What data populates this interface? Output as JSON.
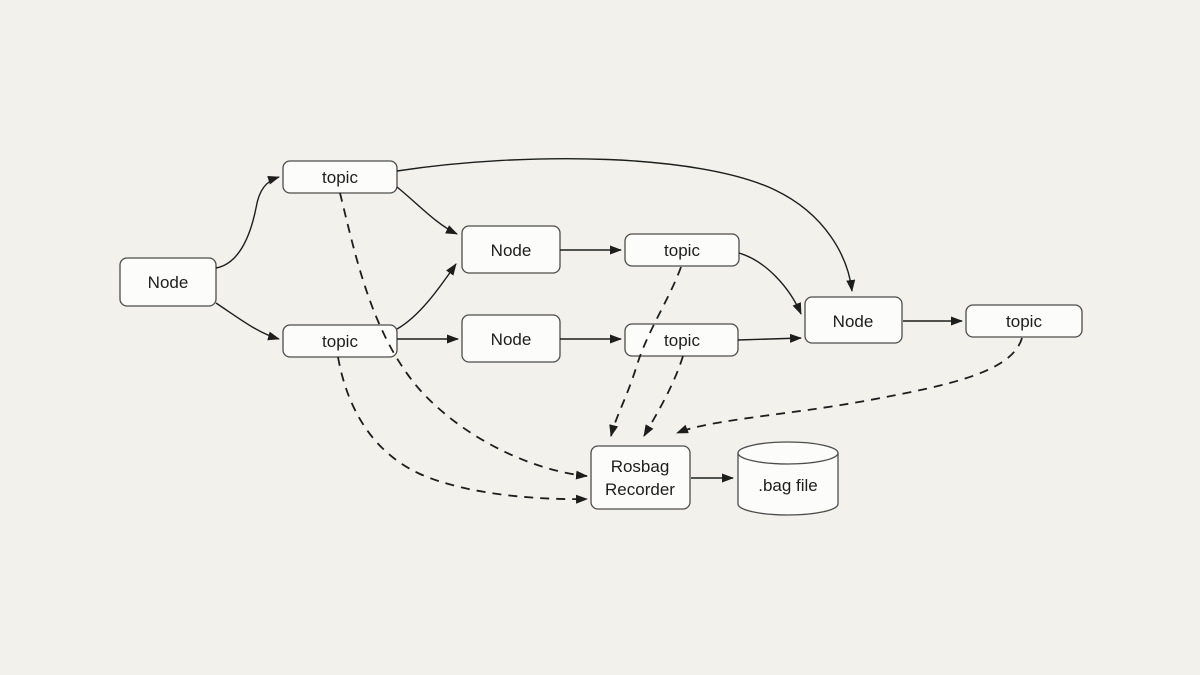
{
  "diagram": {
    "type": "flow-diagram",
    "description": "ROS rosbag recording data flow: nodes publish to topics, the Rosbag Recorder subscribes to topics (dashed arrows) and writes a .bag file",
    "shapes": [
      {
        "id": "node-left",
        "kind": "node",
        "label": "Node"
      },
      {
        "id": "topic-top",
        "kind": "topic",
        "label": "topic"
      },
      {
        "id": "topic-mid-left",
        "kind": "topic",
        "label": "topic"
      },
      {
        "id": "node-upper-mid",
        "kind": "node",
        "label": "Node"
      },
      {
        "id": "node-lower-mid",
        "kind": "node",
        "label": "Node"
      },
      {
        "id": "topic-upper-mid",
        "kind": "topic",
        "label": "topic"
      },
      {
        "id": "topic-lower-mid",
        "kind": "topic",
        "label": "topic"
      },
      {
        "id": "node-right",
        "kind": "node",
        "label": "Node"
      },
      {
        "id": "topic-right",
        "kind": "topic",
        "label": "topic"
      },
      {
        "id": "rosbag-recorder",
        "kind": "process",
        "label": "Rosbag Recorder",
        "lines": [
          "Rosbag",
          "Recorder"
        ]
      },
      {
        "id": "bag-file",
        "kind": "datastore",
        "label": ".bag file"
      }
    ],
    "edges": [
      {
        "from": "node-left",
        "to": "topic-top",
        "style": "solid"
      },
      {
        "from": "node-left",
        "to": "topic-mid-left",
        "style": "solid"
      },
      {
        "from": "topic-top",
        "to": "node-upper-mid",
        "style": "solid"
      },
      {
        "from": "topic-top",
        "to": "node-right",
        "style": "solid"
      },
      {
        "from": "topic-mid-left",
        "to": "node-upper-mid",
        "style": "solid"
      },
      {
        "from": "topic-mid-left",
        "to": "node-lower-mid",
        "style": "solid"
      },
      {
        "from": "node-upper-mid",
        "to": "topic-upper-mid",
        "style": "solid"
      },
      {
        "from": "node-lower-mid",
        "to": "topic-lower-mid",
        "style": "solid"
      },
      {
        "from": "topic-upper-mid",
        "to": "node-right",
        "style": "solid"
      },
      {
        "from": "topic-lower-mid",
        "to": "node-right",
        "style": "solid"
      },
      {
        "from": "node-right",
        "to": "topic-right",
        "style": "solid"
      },
      {
        "from": "topic-top",
        "to": "rosbag-recorder",
        "style": "dashed"
      },
      {
        "from": "topic-mid-left",
        "to": "rosbag-recorder",
        "style": "dashed"
      },
      {
        "from": "topic-upper-mid",
        "to": "rosbag-recorder",
        "style": "dashed"
      },
      {
        "from": "topic-lower-mid",
        "to": "rosbag-recorder",
        "style": "dashed"
      },
      {
        "from": "topic-right",
        "to": "rosbag-recorder",
        "style": "dashed"
      },
      {
        "from": "rosbag-recorder",
        "to": "bag-file",
        "style": "solid"
      }
    ]
  },
  "colors": {
    "background": "#f2f1ec",
    "shape_fill": "#fcfcfa",
    "shape_border": "#4c4c4a",
    "edge": "#1d1d1b",
    "text": "#1d1d1b"
  }
}
